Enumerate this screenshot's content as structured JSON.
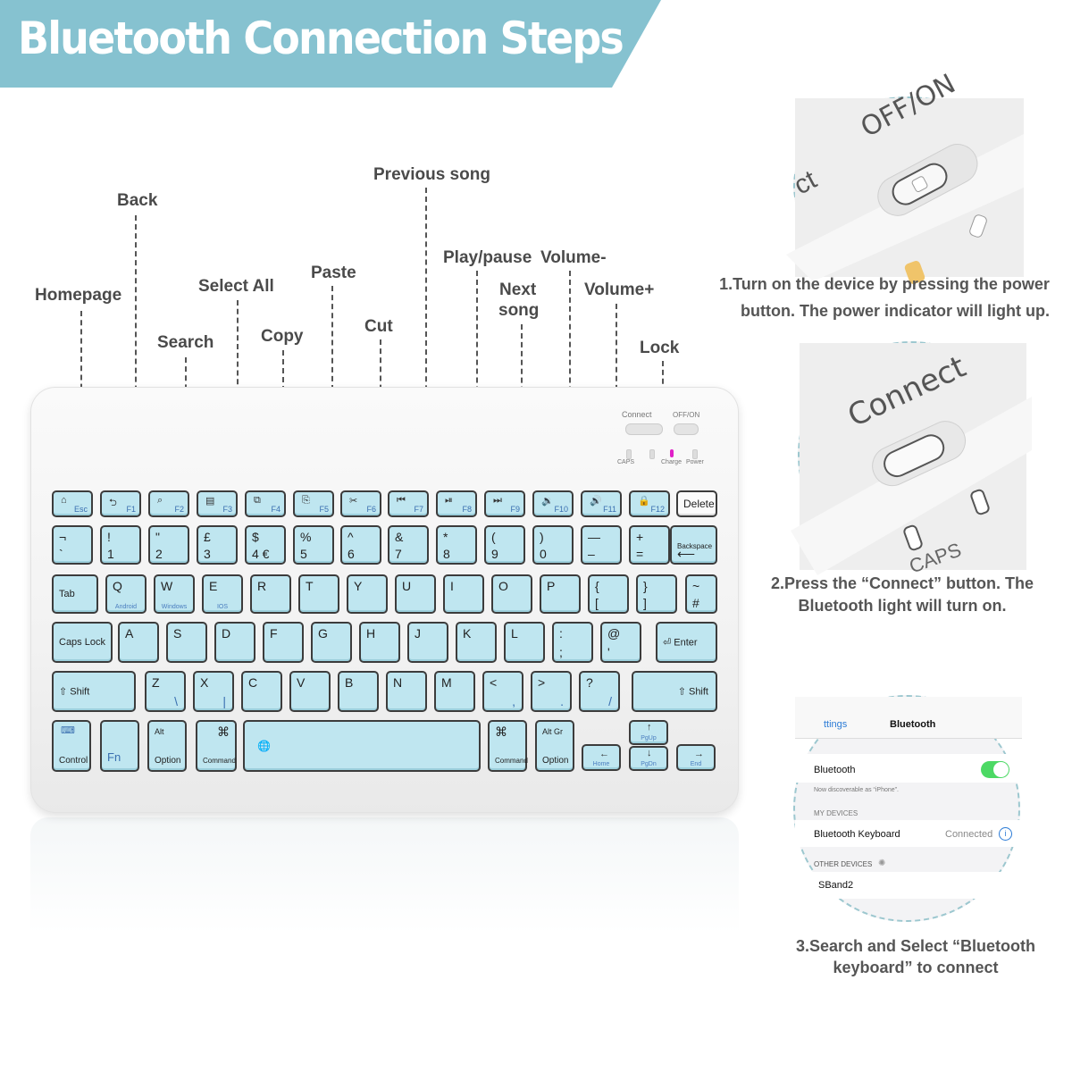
{
  "banner": {
    "title": "Bluetooth Connection Steps",
    "color": "#86c2d0"
  },
  "labels": {
    "homepage": "Homepage",
    "back": "Back",
    "search": "Search",
    "select_all": "Select All",
    "copy": "Copy",
    "paste": "Paste",
    "cut": "Cut",
    "previous_song": "Previous song",
    "play_pause": "Play/pause",
    "next_song_1": "Next",
    "next_song_2": "song",
    "volume_down": "Volume-",
    "volume_up": "Volume+",
    "lock": "Lock"
  },
  "keyboard": {
    "switch": {
      "connect": "Connect",
      "offon": "OFF/ON"
    },
    "indicators": {
      "caps": "CAPS",
      "charge": "Charge",
      "power": "Power"
    },
    "fn_row": [
      {
        "icon": "⌂",
        "fn": "Esc"
      },
      {
        "icon": "⮌",
        "fn": "F1"
      },
      {
        "icon": "⌕",
        "fn": "F2"
      },
      {
        "icon": "▤",
        "fn": "F3"
      },
      {
        "icon": "⧉",
        "fn": "F4"
      },
      {
        "icon": "⎘",
        "fn": "F5"
      },
      {
        "icon": "✂",
        "fn": "F6"
      },
      {
        "icon": "⏮",
        "fn": "F7"
      },
      {
        "icon": "⏯",
        "fn": "F8"
      },
      {
        "icon": "⏭",
        "fn": "F9"
      },
      {
        "icon": "🔉",
        "fn": "F10"
      },
      {
        "icon": "🔊",
        "fn": "F11"
      },
      {
        "icon": "🔒",
        "fn": "F12"
      },
      {
        "icon": "",
        "fn": "Delete"
      }
    ],
    "num_row": [
      {
        "t": "¬",
        "b": "`"
      },
      {
        "t": "!",
        "b": "1"
      },
      {
        "t": "\"",
        "b": "2"
      },
      {
        "t": "£",
        "b": "3"
      },
      {
        "t": "$",
        "b": "4  €"
      },
      {
        "t": "%",
        "b": "5"
      },
      {
        "t": "^",
        "b": "6"
      },
      {
        "t": "&",
        "b": "7"
      },
      {
        "t": "*",
        "b": "8"
      },
      {
        "t": "(",
        "b": "9"
      },
      {
        "t": ")",
        "b": "0"
      },
      {
        "t": "—",
        "b": "–"
      },
      {
        "t": "+",
        "b": "="
      },
      {
        "t": "Backspace",
        "b": "⟵"
      }
    ],
    "q_row": [
      {
        "t": "Tab",
        "b": ""
      },
      {
        "t": "Q",
        "s": "Android"
      },
      {
        "t": "W",
        "s": "Windows"
      },
      {
        "t": "E",
        "s": "IOS"
      },
      {
        "t": "R"
      },
      {
        "t": "T"
      },
      {
        "t": "Y"
      },
      {
        "t": "U"
      },
      {
        "t": "I"
      },
      {
        "t": "O"
      },
      {
        "t": "P"
      },
      {
        "t": "{",
        "b": "["
      },
      {
        "t": "}",
        "b": "]"
      },
      {
        "t": "~",
        "b": "#"
      }
    ],
    "a_row": [
      {
        "t": "Caps Lock"
      },
      {
        "t": "A"
      },
      {
        "t": "S"
      },
      {
        "t": "D"
      },
      {
        "t": "F"
      },
      {
        "t": "G"
      },
      {
        "t": "H"
      },
      {
        "t": "J"
      },
      {
        "t": "K"
      },
      {
        "t": "L"
      },
      {
        "t": ":",
        "b": ";"
      },
      {
        "t": "@",
        "b": "'"
      },
      {
        "t": "⏎ Enter"
      }
    ],
    "z_row": [
      {
        "t": "⇧ Shift"
      },
      {
        "t": "Z",
        "b": "\\"
      },
      {
        "t": "X",
        "b": "|"
      },
      {
        "t": "C"
      },
      {
        "t": "V"
      },
      {
        "t": "B"
      },
      {
        "t": "N"
      },
      {
        "t": "M"
      },
      {
        "t": "<",
        "b": ","
      },
      {
        "t": ">",
        "b": "."
      },
      {
        "t": "?",
        "b": "/"
      },
      {
        "t": "⇧ Shift"
      }
    ],
    "bottom_row": {
      "control": "Control",
      "fn": "Fn",
      "alt": "Alt",
      "option": "Option",
      "cmd": "⌘",
      "command": "Command",
      "globe": "🌐",
      "altgr": "Alt Gr",
      "pgup": "PgUp",
      "pgdn": "PgDn",
      "home": "Home",
      "end": "End"
    }
  },
  "steps": {
    "step1_line1": "1.Turn on the device by pressing the power",
    "step1_line2": "button. The power indicator will light up.",
    "step2_line1": "2.Press the “Connect” button. The",
    "step2_line2": "Bluetooth light will turn on.",
    "step3_line1": "3.Search and Select “Bluetooth",
    "step3_line2": "keyboard” to connect"
  },
  "circle1": {
    "offon": "OFF/ON",
    "ct": "ct"
  },
  "circle2": {
    "connect": "Connect",
    "caps": "CAPS"
  },
  "bt_screen": {
    "back": "ttings",
    "title": "Bluetooth",
    "bluetooth": "Bluetooth",
    "discoverable": "Now discoverable as “iPhone”.",
    "my_devices": "MY DEVICES",
    "device": "Bluetooth Keyboard",
    "status": "Connected",
    "other_devices": "OTHER DEVICES",
    "other_device": "SBand2"
  }
}
